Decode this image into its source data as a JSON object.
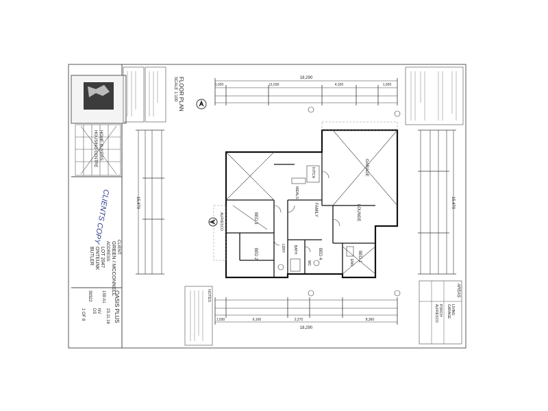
{
  "title_block": {
    "company_line1": "HOME BUYERS",
    "company_line2": "HOUSING CENTRE",
    "client_label": "CLIENT:",
    "client": "GREEN / MCCONNELL",
    "address_label": "ADDRESS:",
    "address_lot": "LOT 2047",
    "address_street": "ONTEUNK",
    "address_suburb": "BUTLER",
    "design": "OASIS PLUS",
    "date": "23.11.16",
    "plan_code": "159 A1",
    "drawn": "NV",
    "checked": "DS",
    "job_no": "39322",
    "sheet": "1 OF 8",
    "stamp": "CLIENTS COPY",
    "sheet_title": "FLOOR PLAN",
    "scale": "SCALE 1:100"
  },
  "dimensions": {
    "overall_top": "18,290",
    "overall_bottom": "18,290",
    "overall_left": "15,470",
    "overall_right": "15,470",
    "top_segments": [
      "1,020",
      "11,030",
      "4,320",
      "1,920"
    ],
    "bottom_segments": [
      "1,030",
      "6,160",
      "2,270",
      "8,360"
    ]
  },
  "rooms": {
    "garage": "GARAGE",
    "lounge": "LOUNGE",
    "family": "FAMILY",
    "kitchen": "KITCH",
    "meals": "MEALS",
    "bed1": "BED 1",
    "bed2": "BED 2",
    "bed3": "BED 3",
    "bed4": "BED 4",
    "ensuite": "ENS",
    "bath": "BATH",
    "wc": "WC",
    "ldry": "LDRY",
    "alfresco": "ALFRESCO"
  },
  "schedule": {
    "heading": "AREAS",
    "rows": [
      "LIVING",
      "GARAGE",
      "PORCH",
      "ALFRESCO"
    ]
  },
  "notes_heading": "NOTES"
}
